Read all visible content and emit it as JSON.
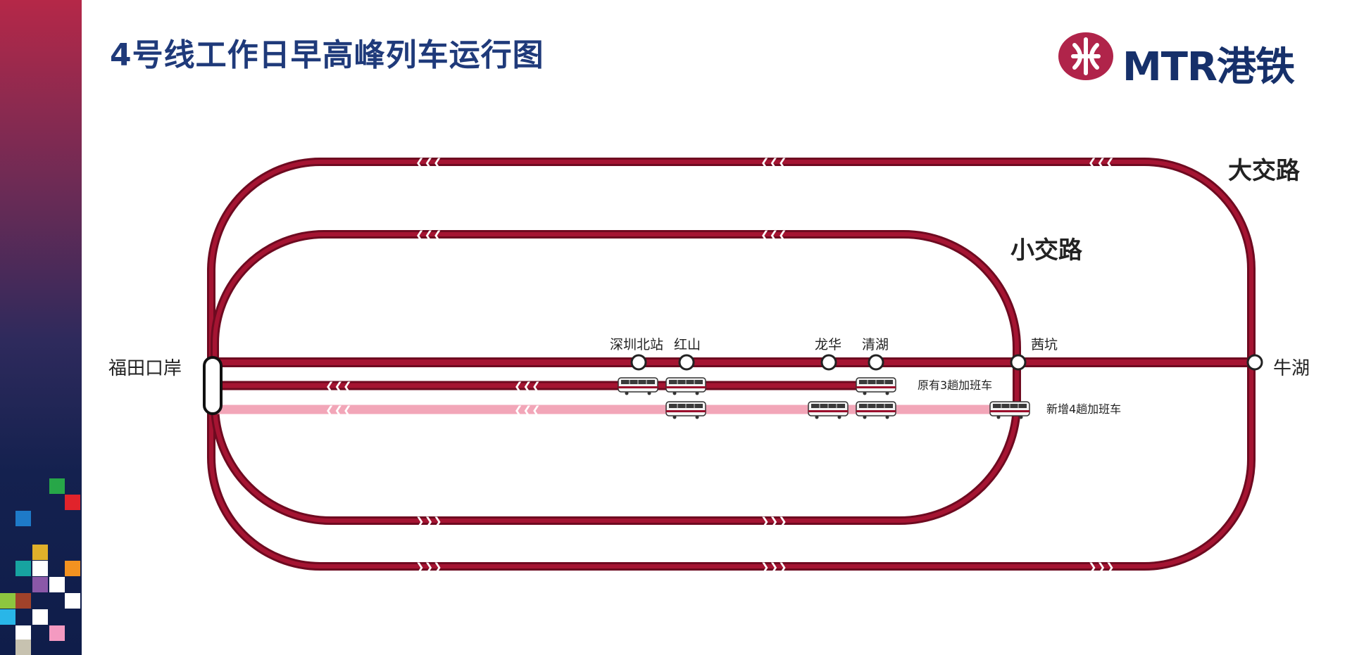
{
  "title": "4号线工作日早高峰列车运行图",
  "logo": {
    "text": "MTR港铁",
    "brand_color": "#b0244a",
    "text_color": "#16306a"
  },
  "routes": {
    "long_loop": "大交路",
    "short_loop": "小交路"
  },
  "stations": {
    "futian": "福田口岸",
    "shenzhen_north": "深圳北站",
    "hongshan": "红山",
    "longhua": "龙华",
    "qinghu": "清湖",
    "xikeng": "茜坑",
    "niuhu": "牛湖"
  },
  "legend": {
    "existing": "原有3趟加班车",
    "new": "新增4趟加班车"
  },
  "colors": {
    "line": "#9a0e2c",
    "line_dark": "#6e0a20",
    "new_line": "#f2a6b8",
    "title": "#1f3a7a"
  },
  "arrow_glyphs": {
    "left": "❮❮❮",
    "right": "❯❯❯"
  },
  "icons": [
    "train-icon",
    "station-circle-icon",
    "mtr-logo-icon"
  ]
}
